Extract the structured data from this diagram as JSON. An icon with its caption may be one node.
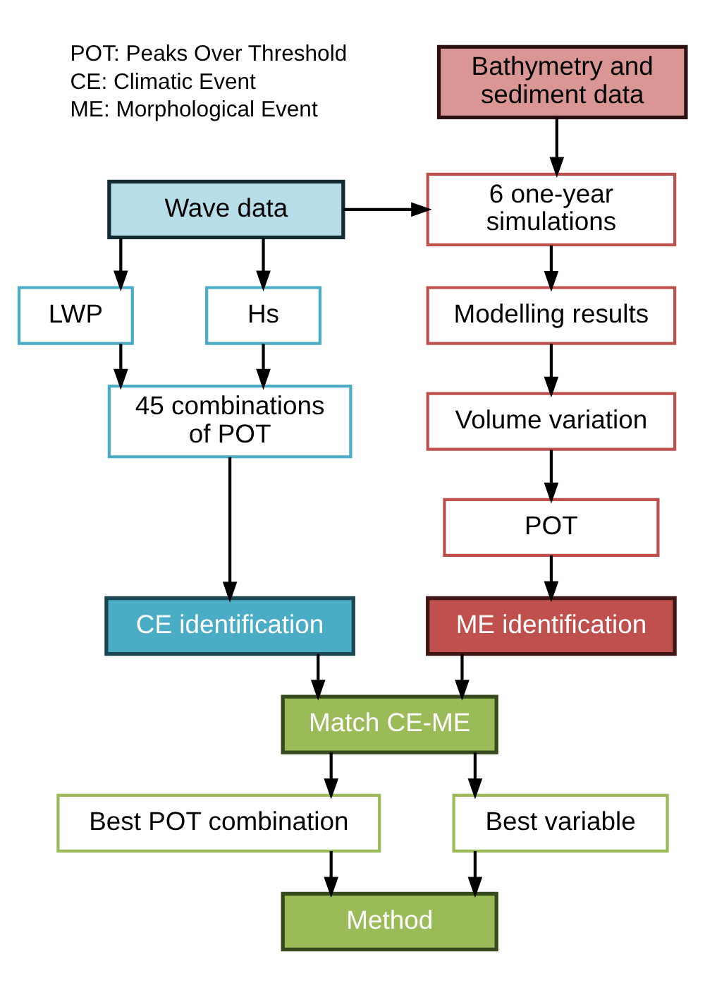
{
  "diagram": {
    "nodes": [
      {
        "text": [
          "Bathymetry and sediment data"
        ]
      },
      {
        "text": [
          "Wave data"
        ]
      },
      {
        "text": [
          "6 one-year simulations"
        ]
      },
      {
        "text": [
          "LWP"
        ]
      },
      {
        "text": [
          "Hs"
        ]
      },
      {
        "text": [
          "Modelling results"
        ]
      },
      {
        "text": [
          "Volume variation"
        ]
      },
      {
        "text": [
          "45 combinations of POT"
        ]
      },
      {
        "text": [
          "POT"
        ]
      },
      {
        "text": [
          "CE identification"
        ]
      },
      {
        "text": [
          "ME identification"
        ]
      },
      {
        "text": [
          "Match CE-ME"
        ]
      },
      {
        "text": [
          "Best POT combination"
        ]
      },
      {
        "text": [
          "Best variable"
        ]
      },
      {
        "text": [
          "Method"
        ]
      }
    ],
    "edges": [
      {
        "from": 0,
        "to": 2,
        "arrow": "to"
      },
      {
        "from": 1,
        "to": 2,
        "arrow": "to"
      },
      {
        "from": 1,
        "to": 3,
        "arrow": "to"
      },
      {
        "from": 1,
        "to": 4,
        "arrow": "to"
      },
      {
        "from": 2,
        "to": 5,
        "arrow": "to"
      },
      {
        "from": 5,
        "to": 6,
        "arrow": "to"
      },
      {
        "from": 3,
        "to": 7,
        "arrow": "to"
      },
      {
        "from": 4,
        "to": 7,
        "arrow": "to"
      },
      {
        "from": 6,
        "to": 8,
        "arrow": "to"
      },
      {
        "from": 7,
        "to": 9,
        "arrow": "to"
      },
      {
        "from": 8,
        "to": 10,
        "arrow": "to"
      },
      {
        "from": 9,
        "to": 11,
        "arrow": "to"
      },
      {
        "from": 10,
        "to": 11,
        "arrow": "to"
      },
      {
        "from": 11,
        "to": 12,
        "arrow": "to"
      },
      {
        "from": 11,
        "to": 13,
        "arrow": "to"
      },
      {
        "from": 12,
        "to": 14,
        "arrow": "to"
      },
      {
        "from": 13,
        "to": 14,
        "arrow": "to"
      }
    ],
    "labels": [
      "POT: Peaks Over Threshold",
      "CE: Climatic Event",
      "ME: Morphological Event"
    ]
  }
}
